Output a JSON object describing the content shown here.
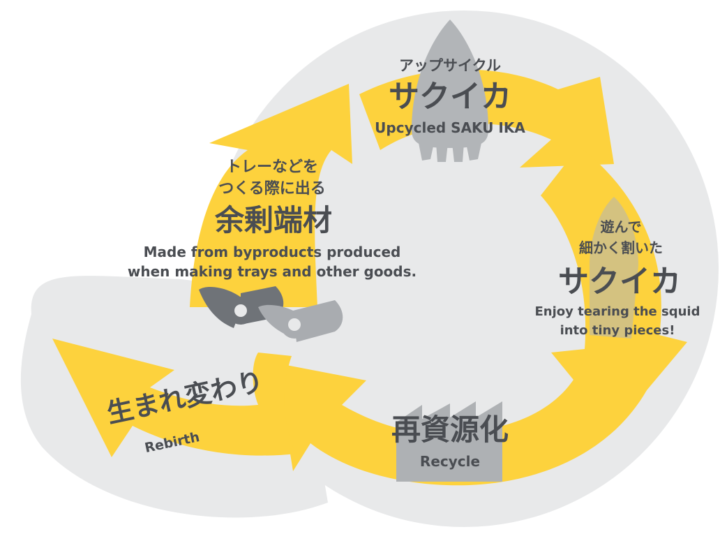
{
  "colors": {
    "background_blob": "#e8e9ea",
    "arrow": "#fdd23d",
    "squid": "#b2b5b8",
    "factory": "#aeb1b4",
    "text": "#4a4d52",
    "roll_dark": "#6f7378",
    "roll_light": "#a9acb0"
  },
  "icons": [
    "squid-icon",
    "torn-squid-icon",
    "factory-icon",
    "scrap-rolls-icon",
    "cycle-arrow-icon"
  ],
  "upcycle": {
    "small": "アップサイクル",
    "big": "サクイカ",
    "en": "Upcycled SAKU IKA"
  },
  "enjoy": {
    "line1": "遊んで",
    "line2": "細かく割いた",
    "big": "サクイカ",
    "en1": "Enjoy tearing the squid",
    "en2": "into tiny pieces!"
  },
  "recycle": {
    "big": "再資源化",
    "en": "Recycle"
  },
  "rebirth": {
    "big": "生まれ変わり",
    "en": "Rebirth"
  },
  "scrap": {
    "line1": "トレーなどを",
    "line2": "つくる際に出る",
    "big": "余剰端材",
    "en1": "Made from byproducts produced",
    "en2": "when making trays and other goods."
  }
}
